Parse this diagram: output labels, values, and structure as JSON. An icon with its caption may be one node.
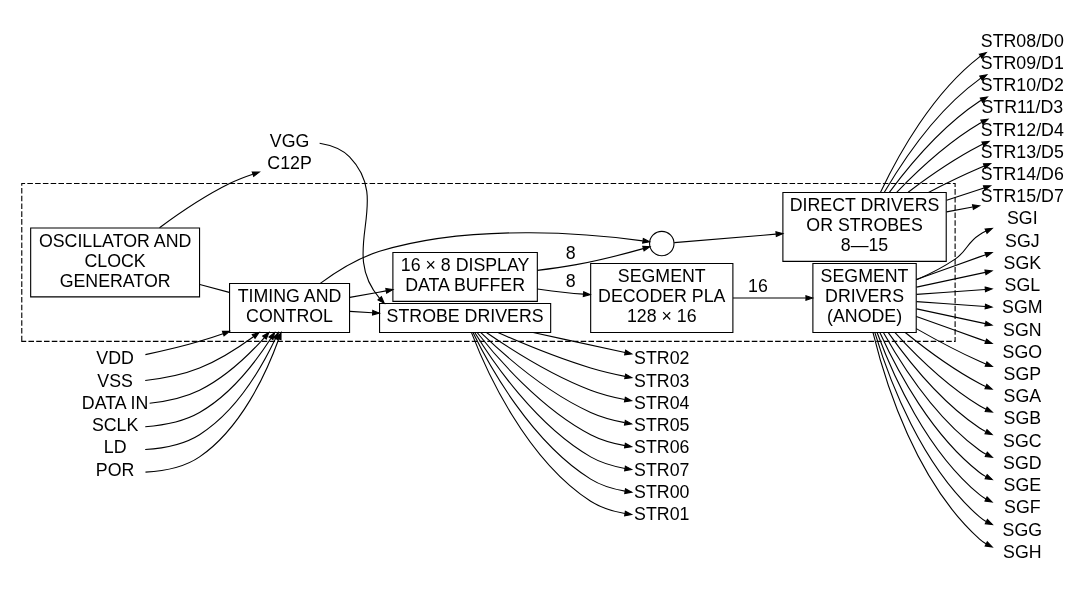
{
  "diagram": {
    "nodes": [
      {
        "text": [],
        "shape": "box"
      },
      {
        "text": [
          "TIMING AND CONTROL"
        ],
        "in": 0
      },
      {
        "text": [
          "16 × 8 DISPLAY DATA BUFFER"
        ],
        "in": 0
      },
      {
        "text": [
          "SEGMENT DECODER PLA 128 × 16"
        ],
        "in": 0
      },
      {
        "text": [
          "SEGMENT DRIVERS (ANODE)"
        ],
        "in": 0
      },
      {
        "text": [
          "OSCILLATOR AND CLOCK GENERATOR"
        ],
        "in": 0
      },
      {
        "text": [],
        "shape": "circle",
        "in": 0
      },
      {
        "text": [
          "STROBE DRIVERS"
        ],
        "in": 0
      },
      {
        "text": [
          "DIRECT DRIVERS OR STROBES 8—15"
        ],
        "in": 0
      },
      {
        "text": [
          "DATA IN"
        ]
      },
      {
        "text": [
          "SCLK"
        ]
      },
      {
        "text": [
          "LD"
        ]
      },
      {
        "text": [
          "POR"
        ]
      },
      {
        "text": [
          "VDD"
        ]
      },
      {
        "text": [
          "VSS"
        ]
      },
      {
        "text": [
          "C12P"
        ]
      },
      {
        "text": [
          "VGG"
        ]
      },
      {
        "text": [
          "SGA"
        ]
      },
      {
        "text": [
          "SGB"
        ]
      },
      {
        "text": [
          "SGC"
        ]
      },
      {
        "text": [
          "SGD"
        ]
      },
      {
        "text": [
          "SGE"
        ]
      },
      {
        "text": [
          "SGF"
        ]
      },
      {
        "text": [
          "SGG"
        ]
      },
      {
        "text": [
          "SGH"
        ]
      },
      {
        "text": [
          "SGI"
        ]
      },
      {
        "text": [
          "SGJ"
        ]
      },
      {
        "text": [
          "SGK"
        ]
      },
      {
        "text": [
          "SGL"
        ]
      },
      {
        "text": [
          "SGM"
        ]
      },
      {
        "text": [
          "SGN"
        ]
      },
      {
        "text": [
          "SGO"
        ]
      },
      {
        "text": [
          "SGP"
        ]
      },
      {
        "text": [
          "STR00"
        ]
      },
      {
        "text": [
          "STR01"
        ]
      },
      {
        "text": [
          "STR02"
        ]
      },
      {
        "text": [
          "STR03"
        ]
      },
      {
        "text": [
          "STR04"
        ]
      },
      {
        "text": [
          "STR05"
        ]
      },
      {
        "text": [
          "STR06"
        ]
      },
      {
        "text": [
          "STR07"
        ]
      },
      {
        "text": [
          "STR08/D0"
        ]
      },
      {
        "text": [
          "STR09/D1"
        ]
      },
      {
        "text": [
          "STR10/D2"
        ]
      },
      {
        "text": [
          "STR11/D3"
        ]
      },
      {
        "text": [
          "STR12/D4"
        ]
      },
      {
        "text": [
          "STR13/D5"
        ]
      },
      {
        "text": [
          "STR14/D6"
        ]
      },
      {
        "text": [
          "STR15/D7"
        ]
      }
    ],
    "edges": [
      {
        "from": 9,
        "to": 1,
        "arrow": "to"
      },
      {
        "from": 10,
        "to": 1,
        "arrow": "to"
      },
      {
        "from": 11,
        "to": 1,
        "arrow": "to"
      },
      {
        "from": 12,
        "to": 1,
        "arrow": "to"
      },
      {
        "from": 13,
        "to": 1,
        "arrow": "to"
      },
      {
        "from": 14,
        "to": 1,
        "arrow": "to"
      },
      {
        "from": 1,
        "to": 2,
        "arrow": "to"
      },
      {
        "from": 2,
        "to": 3,
        "arrow": "to",
        "label": "8"
      },
      {
        "from": 3,
        "to": 4,
        "arrow": "to",
        "label": "16"
      },
      {
        "from": 2,
        "to": 6,
        "arrow": "to",
        "label": "8"
      },
      {
        "from": 5,
        "to": 1,
        "arrow": "none"
      },
      {
        "from": 5,
        "to": 15,
        "arrow": "to"
      },
      {
        "from": 1,
        "to": 7,
        "arrow": "to"
      },
      {
        "from": 1,
        "to": 6,
        "arrow": "to"
      },
      {
        "from": 6,
        "to": 8,
        "arrow": "to"
      },
      {
        "from": 16,
        "to": 7,
        "arrow": "to"
      },
      {
        "from": 4,
        "to": 17,
        "arrow": "to"
      },
      {
        "from": 4,
        "to": 18,
        "arrow": "to"
      },
      {
        "from": 4,
        "to": 19,
        "arrow": "to"
      },
      {
        "from": 4,
        "to": 20,
        "arrow": "to"
      },
      {
        "from": 4,
        "to": 21,
        "arrow": "to"
      },
      {
        "from": 4,
        "to": 22,
        "arrow": "to"
      },
      {
        "from": 4,
        "to": 23,
        "arrow": "to"
      },
      {
        "from": 4,
        "to": 24,
        "arrow": "to"
      },
      {
        "from": 4,
        "to": 25,
        "arrow": "to"
      },
      {
        "from": 4,
        "to": 26,
        "arrow": "to"
      },
      {
        "from": 4,
        "to": 27,
        "arrow": "to"
      },
      {
        "from": 4,
        "to": 28,
        "arrow": "to"
      },
      {
        "from": 4,
        "to": 29,
        "arrow": "to"
      },
      {
        "from": 4,
        "to": 30,
        "arrow": "to"
      },
      {
        "from": 4,
        "to": 31,
        "arrow": "to"
      },
      {
        "from": 4,
        "to": 32,
        "arrow": "to"
      },
      {
        "from": 7,
        "to": 33,
        "arrow": "to"
      },
      {
        "from": 7,
        "to": 34,
        "arrow": "to"
      },
      {
        "from": 7,
        "to": 35,
        "arrow": "to"
      },
      {
        "from": 7,
        "to": 36,
        "arrow": "to"
      },
      {
        "from": 7,
        "to": 37,
        "arrow": "to"
      },
      {
        "from": 7,
        "to": 38,
        "arrow": "to"
      },
      {
        "from": 7,
        "to": 39,
        "arrow": "to"
      },
      {
        "from": 7,
        "to": 40,
        "arrow": "to"
      },
      {
        "from": 8,
        "to": 41,
        "arrow": "to"
      },
      {
        "from": 8,
        "to": 42,
        "arrow": "to"
      },
      {
        "from": 8,
        "to": 43,
        "arrow": "to"
      },
      {
        "from": 8,
        "to": 44,
        "arrow": "to"
      },
      {
        "from": 8,
        "to": 45,
        "arrow": "to"
      },
      {
        "from": 8,
        "to": 46,
        "arrow": "to"
      },
      {
        "from": 8,
        "to": 47,
        "arrow": "to"
      },
      {
        "from": 8,
        "to": 48,
        "arrow": "to"
      }
    ]
  }
}
